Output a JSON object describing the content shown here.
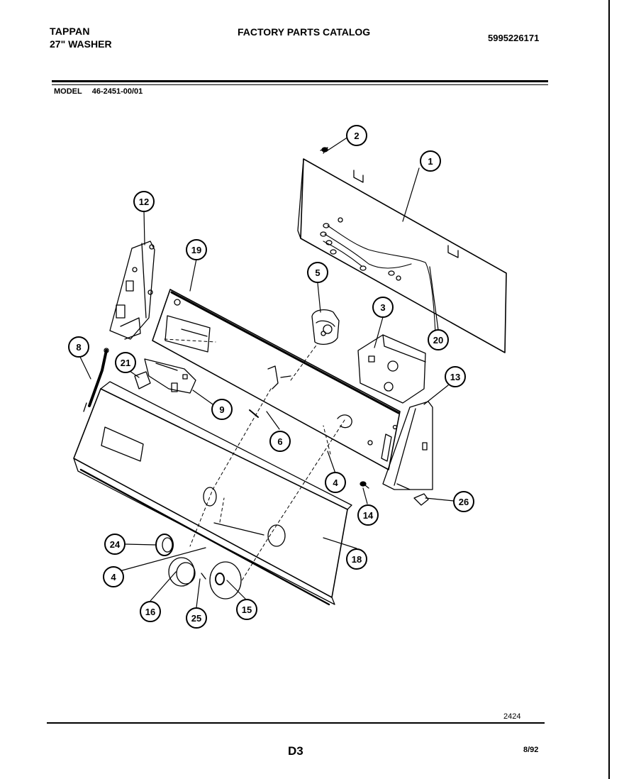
{
  "header": {
    "brand": "TAPPAN",
    "product": "27\" WASHER",
    "catalog_title": "FACTORY PARTS CATALOG",
    "catalog_number": "5995226171"
  },
  "model": {
    "label": "MODEL",
    "number": "46-2451-00/01"
  },
  "callouts": [
    {
      "id": "c1",
      "label": "1"
    },
    {
      "id": "c2",
      "label": "2"
    },
    {
      "id": "c3",
      "label": "3"
    },
    {
      "id": "c4a",
      "label": "4"
    },
    {
      "id": "c4b",
      "label": "4"
    },
    {
      "id": "c5",
      "label": "5"
    },
    {
      "id": "c6",
      "label": "6"
    },
    {
      "id": "c8",
      "label": "8"
    },
    {
      "id": "c9",
      "label": "9"
    },
    {
      "id": "c12",
      "label": "12"
    },
    {
      "id": "c13",
      "label": "13"
    },
    {
      "id": "c14",
      "label": "14"
    },
    {
      "id": "c15",
      "label": "15"
    },
    {
      "id": "c16",
      "label": "16"
    },
    {
      "id": "c18",
      "label": "18"
    },
    {
      "id": "c19",
      "label": "19"
    },
    {
      "id": "c20",
      "label": "20"
    },
    {
      "id": "c21",
      "label": "21"
    },
    {
      "id": "c24",
      "label": "24"
    },
    {
      "id": "c25",
      "label": "25"
    },
    {
      "id": "c26",
      "label": "26"
    }
  ],
  "footer": {
    "drawing_number": "2424",
    "page": "D3",
    "date": "8/92"
  }
}
